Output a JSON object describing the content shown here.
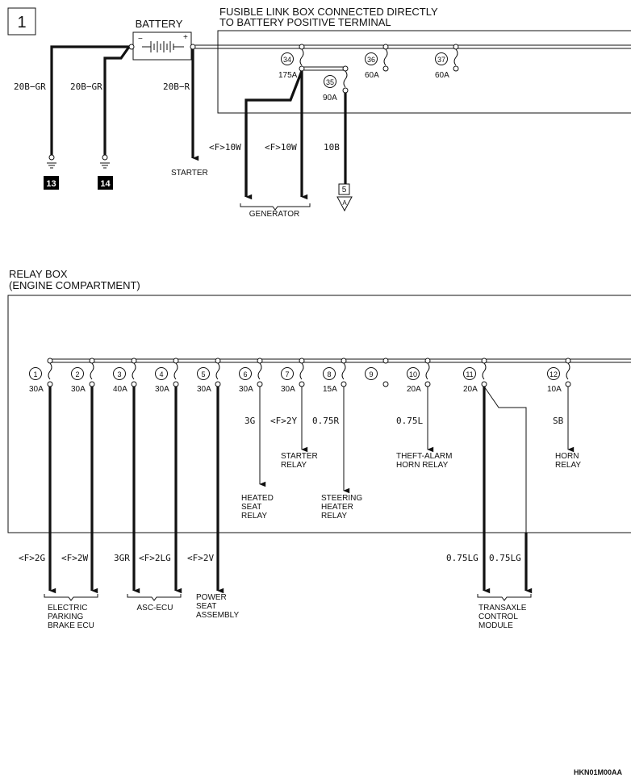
{
  "diagram_number": "1",
  "battery": {
    "label": "BATTERY",
    "minus": "−",
    "plus": "+"
  },
  "fusible_link_box": {
    "title_line1": "FUSIBLE LINK BOX CONNECTED DIRECTLY",
    "title_line2": "TO BATTERY POSITIVE TERMINAL",
    "fuses": [
      {
        "num": "34",
        "rating": "175A"
      },
      {
        "num": "35",
        "rating": "90A"
      },
      {
        "num": "36",
        "rating": "60A"
      },
      {
        "num": "37",
        "rating": "60A"
      }
    ]
  },
  "top_wires": {
    "w1": "20B−GR",
    "w2": "20B−GR",
    "w3": "20B−R",
    "w4": "<F>10W",
    "w5": "<F>10W",
    "w6": "10B"
  },
  "grounds": {
    "g13": "13",
    "g14": "14"
  },
  "starter_label": "STARTER",
  "generator_label": "GENERATOR",
  "connector5": "5",
  "connector5_arrow": "A",
  "relay_box": {
    "title_line1": "RELAY BOX",
    "title_line2": "(ENGINE COMPARTMENT)",
    "fuses": [
      {
        "num": "1",
        "rating": "30A"
      },
      {
        "num": "2",
        "rating": "30A"
      },
      {
        "num": "3",
        "rating": "40A"
      },
      {
        "num": "4",
        "rating": "30A"
      },
      {
        "num": "5",
        "rating": "30A"
      },
      {
        "num": "6",
        "rating": "30A"
      },
      {
        "num": "7",
        "rating": "30A"
      },
      {
        "num": "8",
        "rating": "15A"
      },
      {
        "num": "9",
        "rating": ""
      },
      {
        "num": "10",
        "rating": "20A"
      },
      {
        "num": "11",
        "rating": "20A"
      },
      {
        "num": "12",
        "rating": "10A"
      }
    ],
    "inner_wires": {
      "w6": "3G",
      "w7": "<F>2Y",
      "w8": "0.75R",
      "w10": "0.75L",
      "w12": "SB"
    },
    "inner_dest": {
      "heated_seat": [
        "HEATED",
        "SEAT",
        "RELAY"
      ],
      "starter_relay": [
        "STARTER",
        "RELAY"
      ],
      "steering_heater": [
        "STEERING",
        "HEATER",
        "RELAY"
      ],
      "theft_alarm": [
        "THEFT-ALARM",
        "HORN RELAY"
      ],
      "horn_relay": [
        "HORN",
        "RELAY"
      ]
    }
  },
  "outer_wires": {
    "w1": "<F>2G",
    "w2": "<F>2W",
    "w3": "3GR",
    "w4": "<F>2LG",
    "w5": "<F>2V",
    "w11a": "0.75LG",
    "w11b": "0.75LG"
  },
  "outer_dest": {
    "epb": [
      "ELECTRIC",
      "PARKING",
      "BRAKE ECU"
    ],
    "asc": [
      "ASC-ECU"
    ],
    "power_seat": [
      "POWER",
      "SEAT",
      "ASSEMBLY"
    ],
    "tcm": [
      "TRANSAXLE",
      "CONTROL",
      "MODULE"
    ]
  },
  "footer_code": "HKN01M00AA"
}
